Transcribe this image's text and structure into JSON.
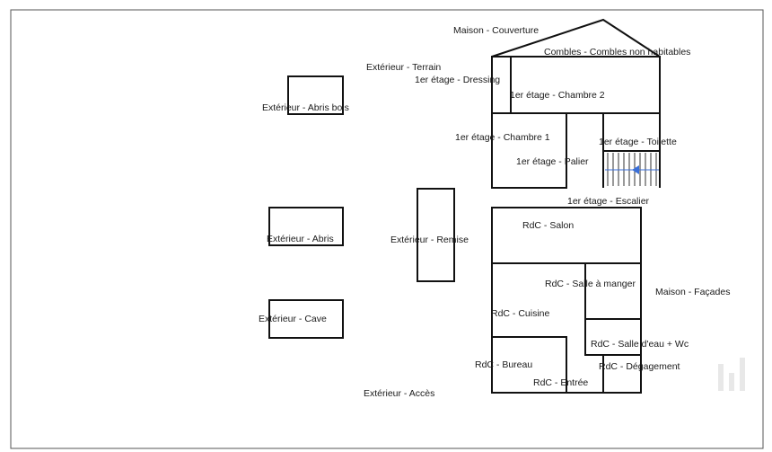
{
  "plan": {
    "labels": {
      "maison_couverture": "Maison - Couverture",
      "combles": "Combles - Combles non habitables",
      "ext_terrain": "Extérieur - Terrain",
      "etage_dressing": "1er étage - Dressing",
      "etage_chambre2": "1er étage - Chambre 2",
      "ext_abris_bois": "Extérieur - Abris bois",
      "etage_chambre1": "1er étage - Chambre 1",
      "etage_toilette": "1er étage - Toilette",
      "etage_palier": "1er étage - Palier",
      "etage_escalier": "1er étage - Escalier",
      "rdc_salon": "RdC - Salon",
      "ext_abris": "Extérieur - Abris",
      "ext_remise": "Extérieur - Remise",
      "rdc_salle_manger": "RdC - Salle à manger",
      "maison_facades": "Maison - Façades",
      "rdc_cuisine": "RdC - Cuisine",
      "ext_cave": "Extérieur - Cave",
      "rdc_salle_eau": "RdC - Salle d'eau + Wc",
      "rdc_bureau": "RdC - Bureau",
      "rdc_degagement": "RdC - Dégagement",
      "rdc_entree": "RdC - Entrée",
      "ext_acces": "Extérieur - Accès"
    },
    "colors": {
      "wall": "#111111",
      "stair_arrow": "#3a6fd8",
      "frame": "#555555"
    }
  }
}
